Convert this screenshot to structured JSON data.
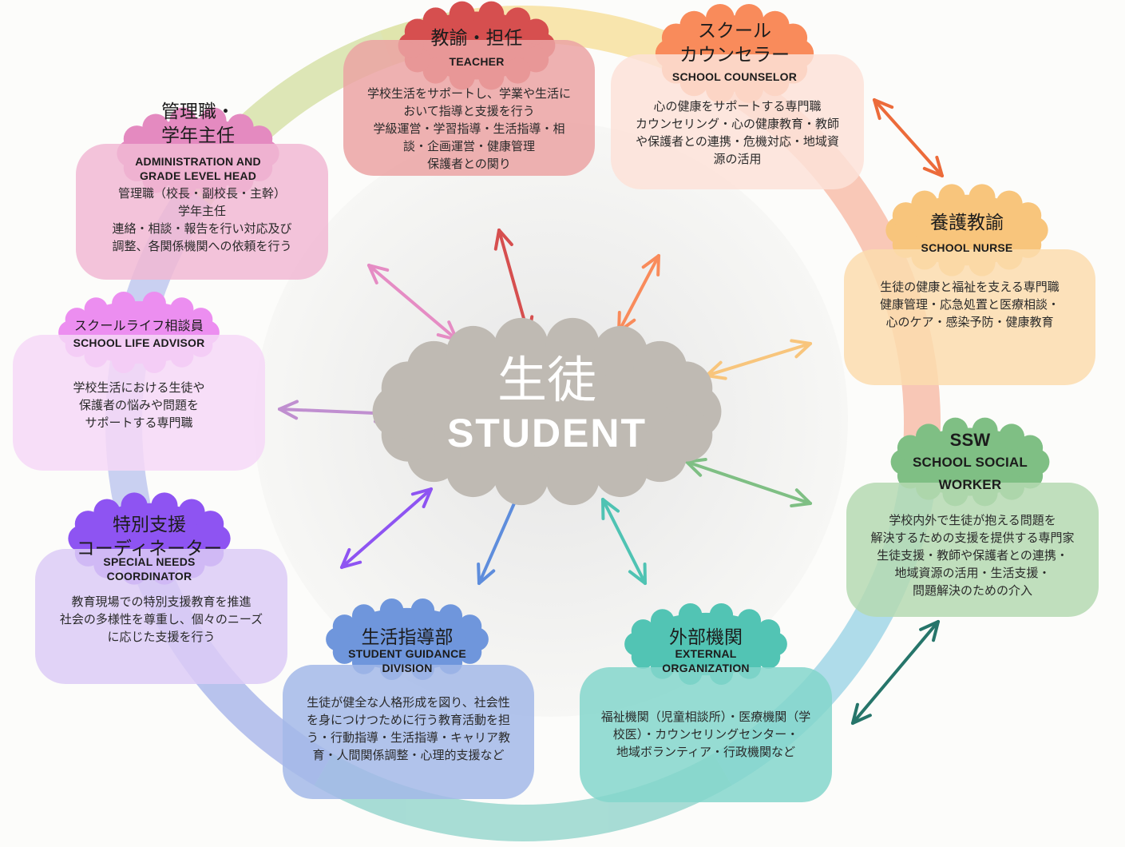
{
  "center": {
    "title_jp": "生徒",
    "title_en": "STUDENT",
    "color": "#bfbab3"
  },
  "nodes": [
    {
      "id": "teacher",
      "title": [
        "教諭・担任"
      ],
      "subtitle": [
        "TEACHER"
      ],
      "desc": [
        "学校生活をサポートし、学業や生活に",
        "おいて指導と支援を行う",
        "学級運営・学習指導・生活指導・相",
        "談・企画運営・健康管理",
        "保護者との関り"
      ],
      "cloud": "#d64f4f",
      "card": "#eba3a3"
    },
    {
      "id": "school-counselor",
      "title": [
        "スクール",
        "カウンセラー"
      ],
      "subtitle": [
        "SCHOOL COUNSELOR"
      ],
      "desc": [
        "心の健康をサポートする専門職",
        "カウンセリング・心の健康教育・教師",
        "や保護者との連携・危機対応・地域資",
        "源の活用"
      ],
      "cloud": "#f98b5b",
      "card": "#fde2d8"
    },
    {
      "id": "school-nurse",
      "title": [
        "養護教諭"
      ],
      "subtitle": [
        "SCHOOL NURSE"
      ],
      "desc": [
        "生徒の健康と福祉を支える専門職",
        "健康管理・応急処置と医療相談・",
        "心のケア・感染予防・健康教育"
      ],
      "cloud": "#f8c57c",
      "card": "#fbdcae"
    },
    {
      "id": "ssw",
      "title": [],
      "subtitle": [
        "SSW",
        "SCHOOL SOCIAL",
        "WORKER"
      ],
      "desc": [
        "学校内外で生徒が抱える問題を",
        "解決するための支援を提供する専門家",
        "生徒支援・教師や保護者との連携・",
        "地域資源の活用・生活支援・",
        "問題解決のための介入"
      ],
      "cloud": "#7fbf84",
      "card": "#b5d9b1"
    },
    {
      "id": "external-organization",
      "title": [
        "外部機関"
      ],
      "subtitle": [
        "EXTERNAL",
        "ORGANIZATION"
      ],
      "desc": [
        "福祉機関（児童相談所）・医療機関（学",
        "校医）・カウンセリングセンター・",
        "地域ボランティア・行政機関など"
      ],
      "cloud": "#52c4b4",
      "card": "#84d6cb"
    },
    {
      "id": "student-guidance",
      "title": [
        "生活指導部"
      ],
      "subtitle": [
        "STUDENT GUIDANCE",
        "DIVISION"
      ],
      "desc": [
        "生徒が健全な人格形成を図り、社会性",
        "を身につけつために行う教育活動を担",
        "う・行動指導・生活指導・キャリア教",
        "育・人間関係調整・心理的支援など"
      ],
      "cloud": "#6f96dc",
      "card": "#a3b8e8"
    },
    {
      "id": "special-needs",
      "title": [
        "特別支援",
        "コーディネーター"
      ],
      "subtitle": [
        "SPECIAL NEEDS",
        "COORDINATOR"
      ],
      "desc": [
        "教育現場での特別支援教育を推進",
        "社会の多様性を尊重し、個々のニーズ",
        "に応じた支援を行う"
      ],
      "cloud": "#8e54f2",
      "card": "#dccbf6"
    },
    {
      "id": "school-life-advisor",
      "title": [],
      "subtitle": [
        "スクールライフ相談員",
        "SCHOOL LIFE ADVISOR"
      ],
      "desc": [
        "学校生活における生徒や",
        "保護者の悩みや問題を",
        "サポートする専門職"
      ],
      "cloud": "#ec8ef0",
      "card": "#f6d8f7"
    },
    {
      "id": "administration",
      "title": [
        "管理職・",
        "学年主任"
      ],
      "subtitle": [
        "ADMINISTRATION AND",
        "GRADE LEVEL HEAD"
      ],
      "desc": [
        "管理職（校長・副校長・主幹）",
        "学年主任",
        "連絡・相談・報告を行い対応及び",
        "調整、各関係機関への依頼を行う"
      ],
      "cloud": "#e48ac0",
      "card": "#f1b8d3"
    }
  ],
  "arrow_colors": [
    "#e58cc4",
    "#d64f4f",
    "#f98b5b",
    "#f8c57c",
    "#c08fd0",
    "#7fbf84",
    "#4fc3b3",
    "#5e8ddc",
    "#8e54f2",
    "#ec6b3a",
    "#26756a"
  ]
}
